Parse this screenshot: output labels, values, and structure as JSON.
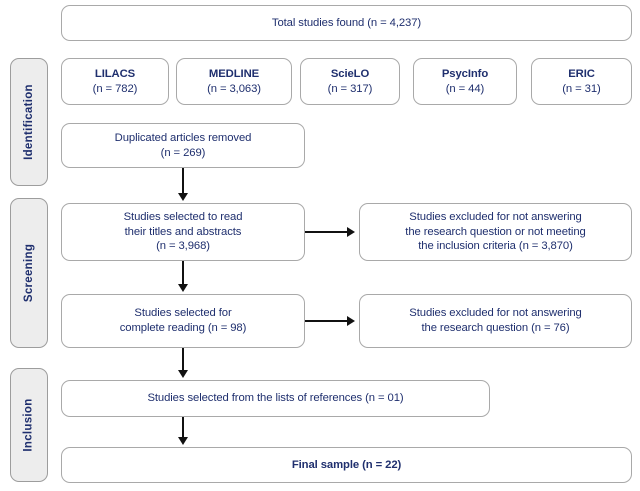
{
  "diagram": {
    "title": "PRISMA study selection flow diagram",
    "accent_color": "#1f2f6e",
    "box_border_color": "#a9a9a9",
    "stage_fill_color": "#ededed",
    "connector_color": "#111111"
  },
  "stages": [
    {
      "label": "Identification"
    },
    {
      "label": "Screening"
    },
    {
      "label": "Inclusion"
    }
  ],
  "total": {
    "label": "Total studies found (n = 4,237)",
    "count": 4237
  },
  "databases": [
    {
      "name": "LILACS",
      "count_label": "(n = 782)",
      "count": 782
    },
    {
      "name": "MEDLINE",
      "count_label": "(n = 3,063)",
      "count": 3063
    },
    {
      "name": "ScieLO",
      "count_label": "(n = 317)",
      "count": 317
    },
    {
      "name": "PsycInfo",
      "count_label": "(n = 44)",
      "count": 44
    },
    {
      "name": "ERIC",
      "count_label": "(n = 31)",
      "count": 31
    }
  ],
  "duplicates": {
    "line1": "Duplicated articles removed",
    "line2": "(n = 269)",
    "count": 269
  },
  "screening_titles": {
    "line1": "Studies selected to read",
    "line2": "their titles and abstracts",
    "line3": "(n = 3,968)",
    "count": 3968
  },
  "excluded_titles": {
    "line1": "Studies excluded for not answering",
    "line2": "the research question or not meeting",
    "line3": "the inclusion criteria (n = 3,870)",
    "count": 3870
  },
  "full_reading": {
    "line1": "Studies selected for",
    "line2": "complete reading (n = 98)",
    "count": 98
  },
  "excluded_full": {
    "line1": "Studies excluded for not answering",
    "line2": "the research question (n = 76)",
    "count": 76
  },
  "references": {
    "label": "Studies selected from the lists of references (n = 01)",
    "count": 1
  },
  "final_sample": {
    "label": "Final sample (n = 22)",
    "count": 22
  },
  "chart_data": {
    "type": "diagram",
    "title": "PRISMA flow diagram of study selection",
    "nodes": [
      {
        "id": "total",
        "label": "Total studies found (n = 4,237)",
        "value": 4237,
        "stage": "Identification"
      },
      {
        "id": "db-lilacs",
        "label": "LILACS (n = 782)",
        "value": 782,
        "stage": "Identification"
      },
      {
        "id": "db-medline",
        "label": "MEDLINE (n = 3,063)",
        "value": 3063,
        "stage": "Identification"
      },
      {
        "id": "db-scielo",
        "label": "ScieLO (n = 317)",
        "value": 317,
        "stage": "Identification"
      },
      {
        "id": "db-psycinfo",
        "label": "PsycInfo (n = 44)",
        "value": 44,
        "stage": "Identification"
      },
      {
        "id": "db-eric",
        "label": "ERIC (n = 31)",
        "value": 31,
        "stage": "Identification"
      },
      {
        "id": "duplicates",
        "label": "Duplicated articles removed (n = 269)",
        "value": 269,
        "stage": "Identification"
      },
      {
        "id": "screen-titles",
        "label": "Studies selected to read their titles and abstracts (n = 3,968)",
        "value": 3968,
        "stage": "Screening"
      },
      {
        "id": "excluded-titles",
        "label": "Studies excluded for not answering the research question or not meeting the inclusion criteria (n = 3,870)",
        "value": 3870,
        "stage": "Screening"
      },
      {
        "id": "full-reading",
        "label": "Studies selected for complete reading (n = 98)",
        "value": 98,
        "stage": "Screening"
      },
      {
        "id": "excluded-full",
        "label": "Studies excluded for not answering the research question (n = 76)",
        "value": 76,
        "stage": "Screening"
      },
      {
        "id": "references",
        "label": "Studies selected from the lists of references (n = 01)",
        "value": 1,
        "stage": "Inclusion"
      },
      {
        "id": "final",
        "label": "Final sample (n = 22)",
        "value": 22,
        "stage": "Inclusion"
      }
    ],
    "edges": [
      {
        "from": "duplicates",
        "to": "screen-titles",
        "direction": "down"
      },
      {
        "from": "screen-titles",
        "to": "excluded-titles",
        "direction": "right"
      },
      {
        "from": "screen-titles",
        "to": "full-reading",
        "direction": "down"
      },
      {
        "from": "full-reading",
        "to": "excluded-full",
        "direction": "right"
      },
      {
        "from": "full-reading",
        "to": "references",
        "direction": "down"
      },
      {
        "from": "references",
        "to": "final",
        "direction": "down"
      }
    ]
  }
}
